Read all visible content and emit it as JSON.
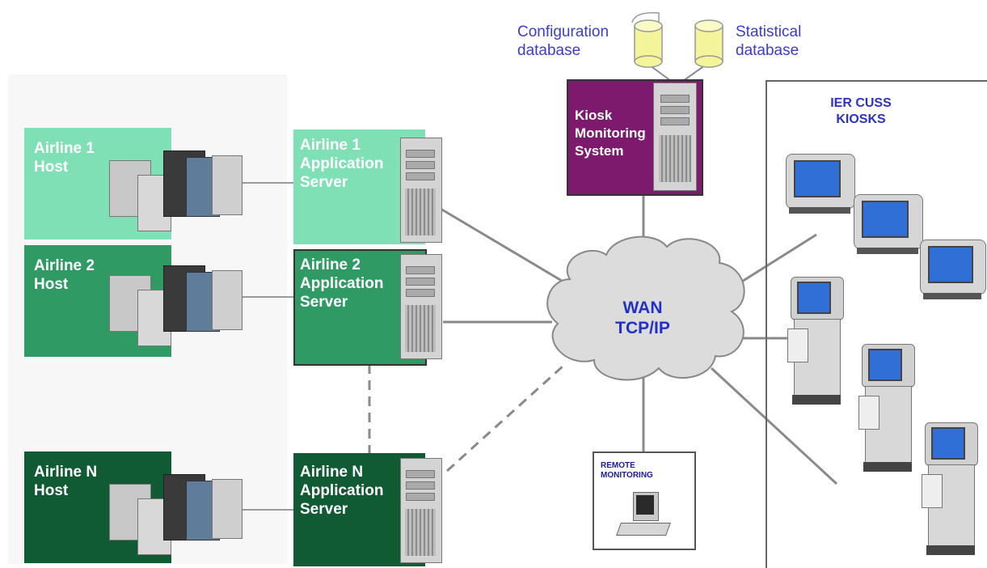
{
  "databases": {
    "config_line1": "Configuration",
    "config_line2": "database",
    "stat_line1": "Statistical",
    "stat_line2": "database"
  },
  "kiosk_monitoring": {
    "line1": "Kiosk",
    "line2": "Monitoring",
    "line3": "System"
  },
  "hosts": [
    {
      "line1": "Airline 1",
      "line2": "Host"
    },
    {
      "line1": "Airline 2",
      "line2": "Host"
    },
    {
      "line1": "Airline N",
      "line2": "Host"
    }
  ],
  "servers": [
    {
      "line1": "Airline 1",
      "line2": "Application",
      "line3": "Server"
    },
    {
      "line1": "Airline 2",
      "line2": "Application",
      "line3": "Server"
    },
    {
      "line1": "Airline N",
      "line2": "Application",
      "line3": "Server"
    }
  ],
  "wan": {
    "line1": "WAN",
    "line2": "TCP/IP"
  },
  "kiosks_panel": {
    "line1": "IER CUSS",
    "line2": "KIOSKS"
  },
  "remote": {
    "line1": "REMOTE",
    "line2": "MONITORING"
  },
  "colors": {
    "host1": "#7fe0b5",
    "host2": "#2f9a64",
    "hostN": "#105a34",
    "server1": "#7fe0b5",
    "server2": "#2f9a64",
    "serverN": "#105a34",
    "kiosk_monitor": "#7d1a6e",
    "db_fill": "#f4f49a",
    "cloud": "#d9d9d9"
  }
}
